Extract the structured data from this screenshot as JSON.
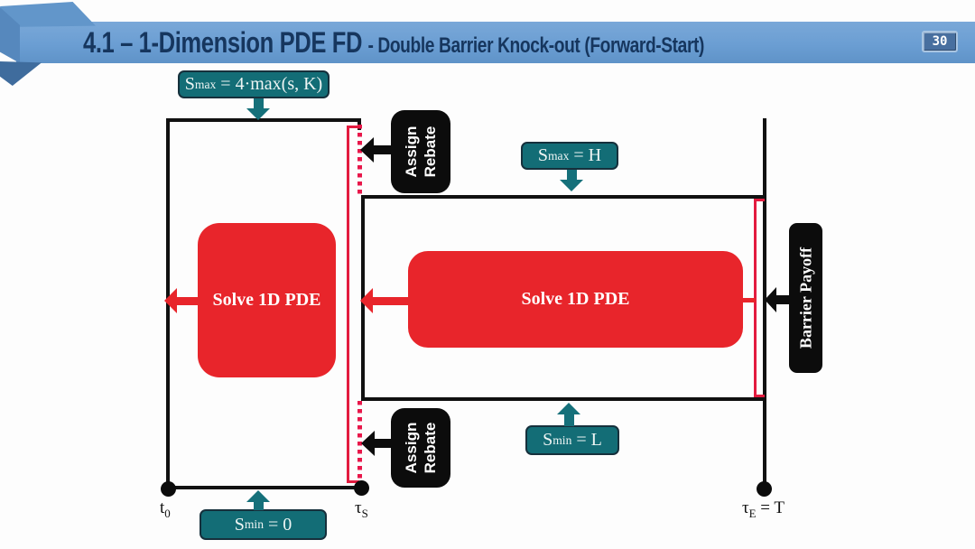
{
  "slide": {
    "header": {
      "title_main": "4.1 – 1-Dimension PDE FD",
      "title_sub": "- Double Barrier Knock-out (Forward-Start)",
      "page_number": "30"
    },
    "diagram": {
      "boundary_labels": {
        "smax_global": {
          "base": "S",
          "sub": "max",
          "rest": "= 4·max(s, K)"
        },
        "smax_h": {
          "base": "S",
          "sub": "max",
          "rest": "= H"
        },
        "smin_l": {
          "base": "S",
          "sub": "min",
          "rest": "= L"
        },
        "smin_0": {
          "base": "S",
          "sub": "min",
          "rest": "= 0"
        }
      },
      "process_boxes": {
        "solve_left": "Solve 1D PDE",
        "solve_right": "Solve 1D PDE"
      },
      "side_boxes": {
        "assign_rebate_top": {
          "line1": "Assign",
          "line2": "Rebate"
        },
        "assign_rebate_bottom": {
          "line1": "Assign",
          "line2": "Rebate"
        },
        "barrier_payoff": "Barrier Payoff"
      },
      "timeline": {
        "t0": {
          "base": "t",
          "sub": "0",
          "rest": ""
        },
        "tau_s": {
          "base": "τ",
          "sub": "S",
          "rest": ""
        },
        "tau_e": {
          "base": "τ",
          "sub": "E",
          "rest": "= T"
        }
      },
      "colors": {
        "banner_blue": "#6b9ed3",
        "title_navy": "#16365e",
        "teal": "#136d76",
        "red": "#e8252b",
        "crimson_line": "#e31b3f",
        "black": "#0b0b0b"
      }
    }
  }
}
